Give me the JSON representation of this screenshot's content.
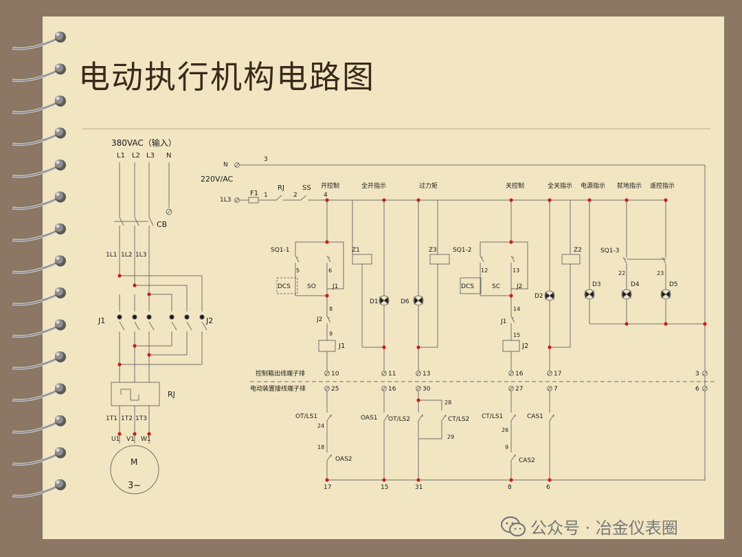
{
  "title": "电动执行机构电路图",
  "watermark": "公众号 · 冶金仪表圈",
  "motor_circuit": {
    "supply": "380VAC（输入）",
    "phases": [
      "L1",
      "L2",
      "L3",
      "N"
    ],
    "breaker": "CB",
    "mid_labels": [
      "1L1",
      "1L2",
      "1L3"
    ],
    "contactors": [
      "J1",
      "J2"
    ],
    "relay": "RJ",
    "out_labels": [
      "1T1",
      "1T2",
      "1T3"
    ],
    "terminals": [
      "U1",
      "V1",
      "W1"
    ],
    "motor": "M",
    "motor_sub": "3~"
  },
  "control_circuit": {
    "neutral": "N",
    "neutral_wire": "3",
    "supply": "220V/AC",
    "line": "1L3",
    "fuse": "F1",
    "fuse_wire": "1",
    "relay": "RJ",
    "relay_wire": "2",
    "stop": "SS",
    "bus_wire": "4",
    "branch_titles": [
      "开控制",
      "全开指示",
      "过力矩",
      "关控制",
      "全关指示",
      "电源指示",
      "就地指示",
      "遥控指示"
    ],
    "switches": [
      "SQ1-1",
      "SQ1-2",
      "SQ1-3"
    ],
    "dcs": "DCS",
    "open_btn": "SO",
    "close_btn": "SC",
    "interlock_open": "J1",
    "interlock_close": "J2",
    "coils": [
      "J1",
      "J2"
    ],
    "resistors": [
      "Z1",
      "Z2",
      "Z3"
    ],
    "lamps": [
      "D1",
      "D2",
      "D3",
      "D4",
      "D5",
      "D6"
    ],
    "wires_open": [
      "5",
      "6",
      "8",
      "9"
    ],
    "wires_close": [
      "12",
      "13",
      "14",
      "15"
    ],
    "wires_sq3": [
      "22",
      "23"
    ],
    "upper_terminals": [
      "10",
      "11",
      "13",
      "16",
      "17",
      "3"
    ],
    "lower_terminals": [
      "25",
      "16",
      "30",
      "27",
      "7",
      "6"
    ],
    "row_label_upper": "控制箱出线端子排",
    "row_label_lower": "电动装置接线端子排",
    "limit_switches": [
      "OT/LS1",
      "OAS1",
      "OT/LS2",
      "CT/LS2",
      "CT/LS1",
      "CAS1",
      "OAS2",
      "CAS2"
    ],
    "wires_bottom": [
      "24",
      "18",
      "28",
      "29",
      "26",
      "9"
    ],
    "bottom_terminals": [
      "17",
      "15",
      "31",
      "8",
      "6"
    ]
  }
}
